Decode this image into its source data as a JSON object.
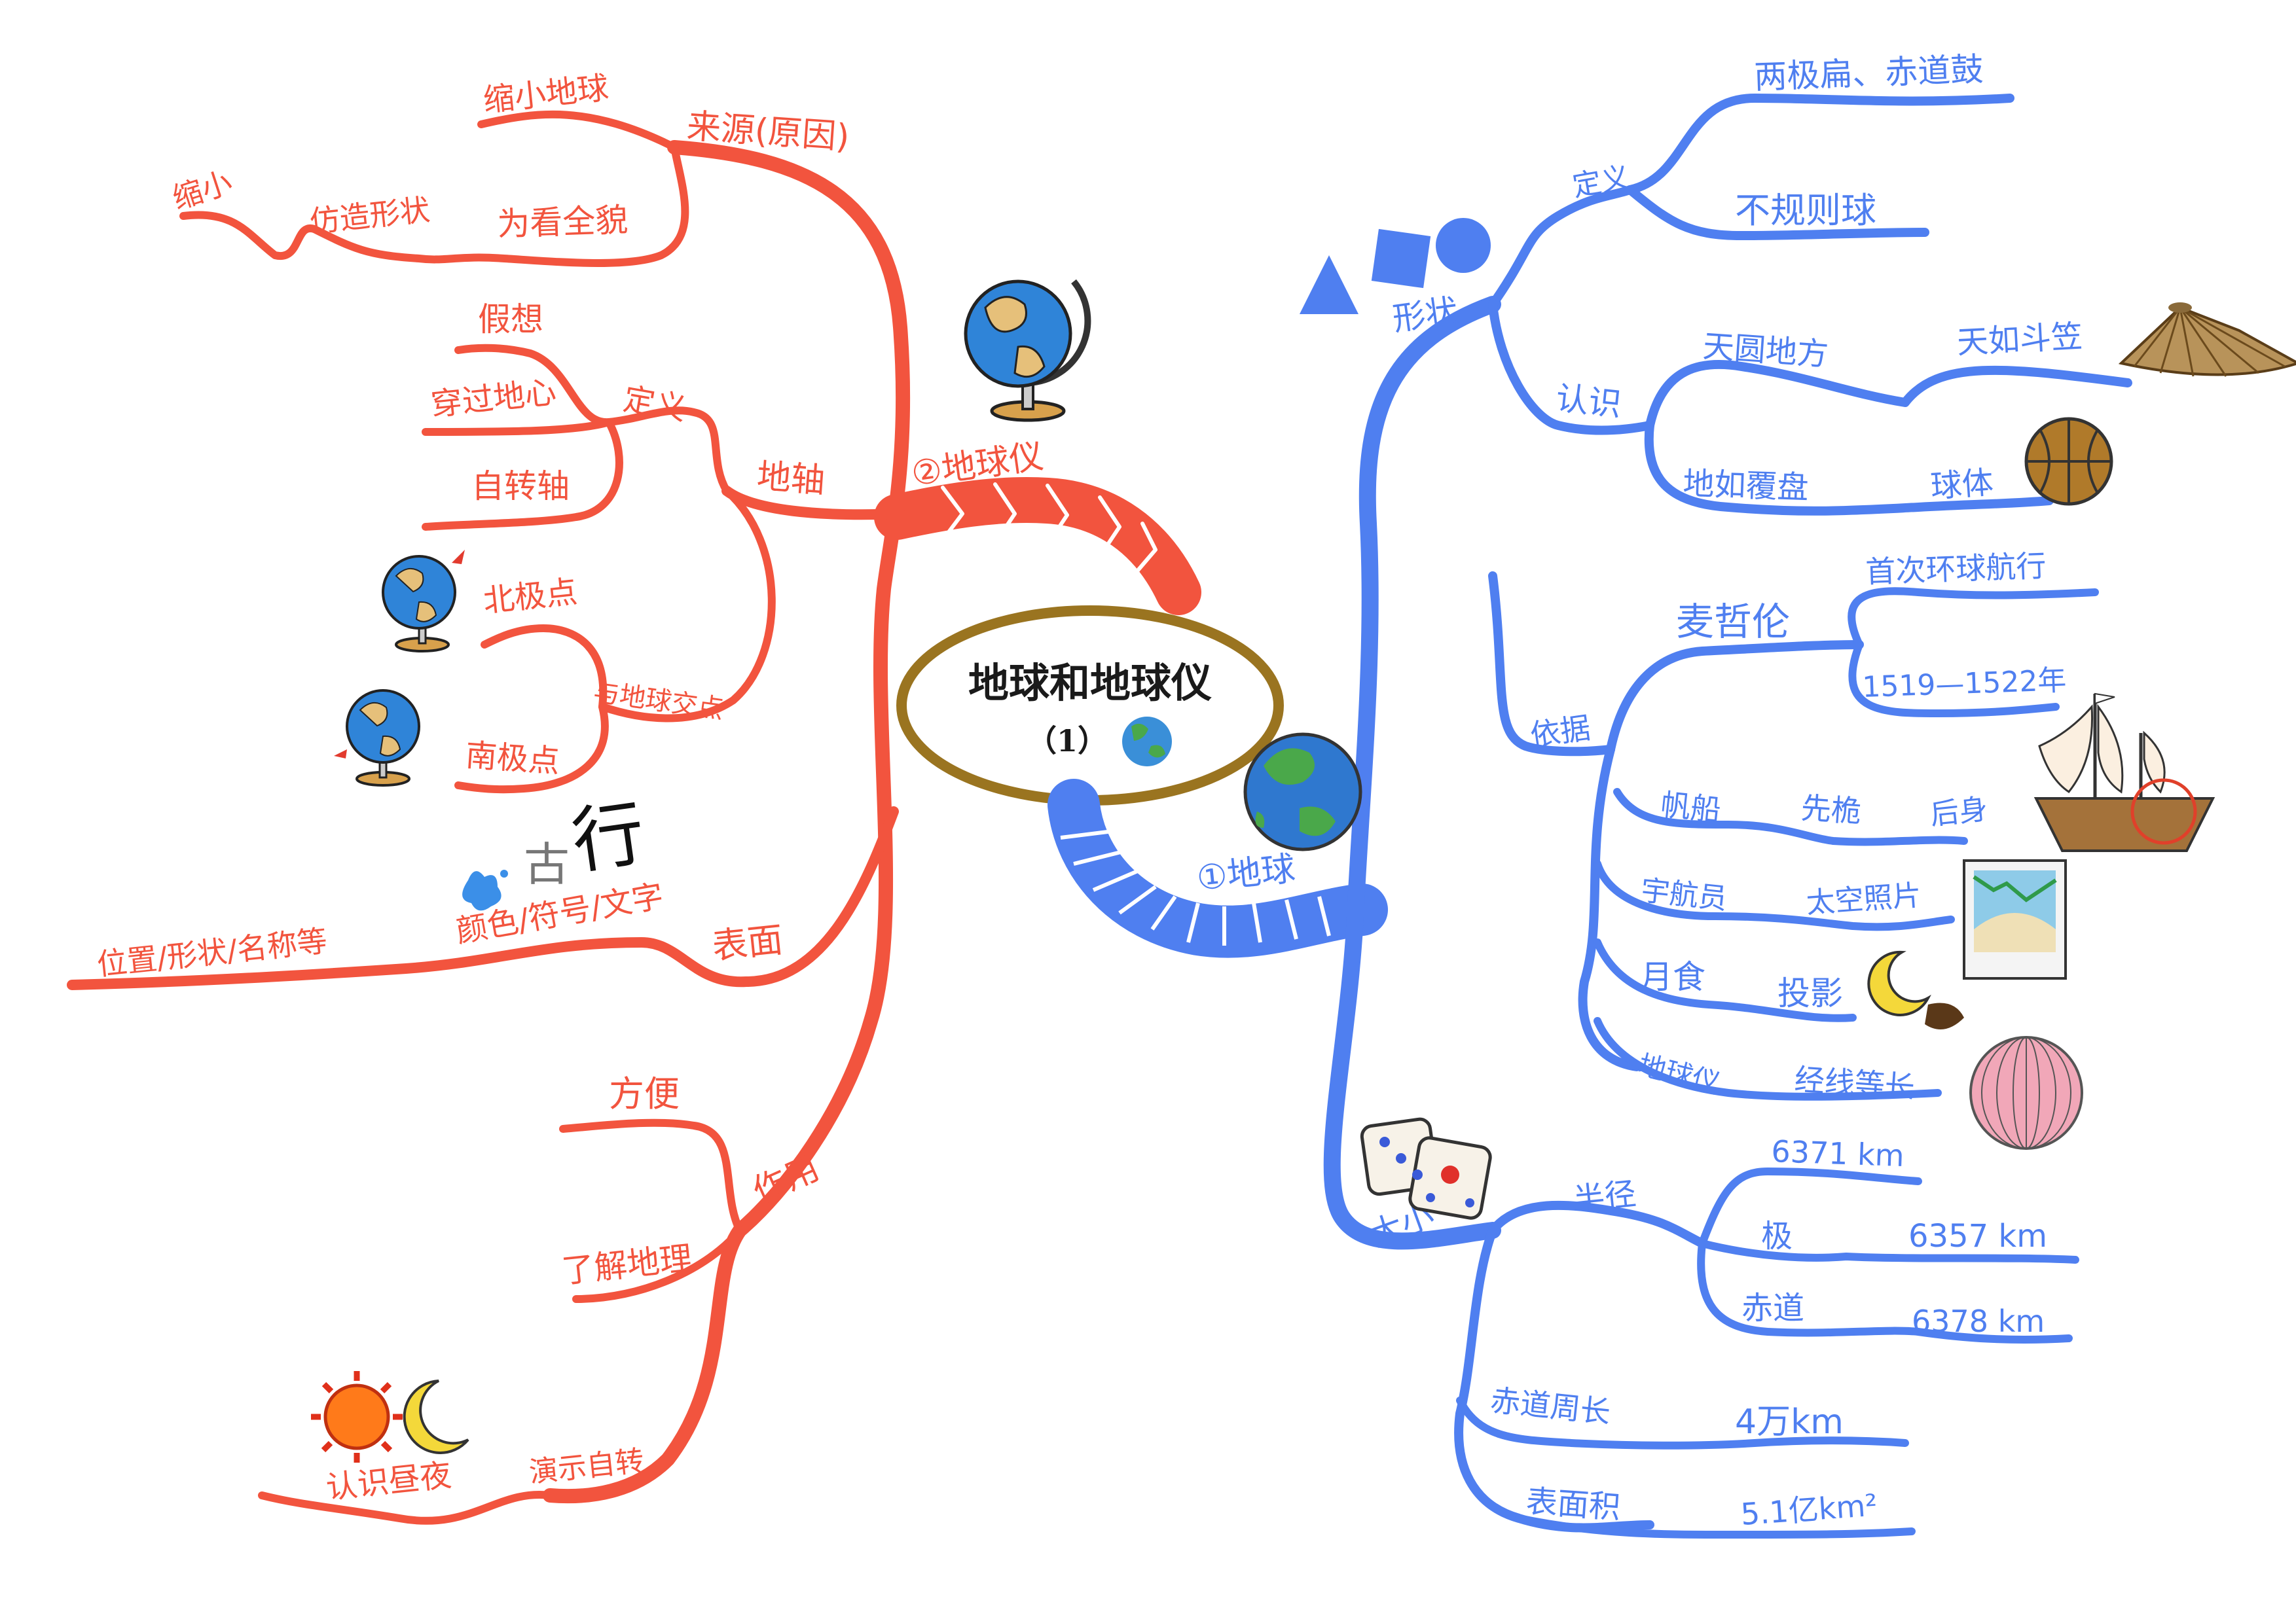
{
  "center": {
    "title": "地球和地球仪",
    "subtitle": "（1）"
  },
  "red_branch": {
    "label": "②地球仪",
    "source": {
      "label": "来源(原因)",
      "shrink_earth": "缩小地球",
      "see_whole": "为看全貌",
      "imitate_shape": "仿造形状",
      "shrink": "缩小"
    },
    "axis": {
      "label": "地轴",
      "def_label": "定义",
      "imaginary": "假想",
      "through_center": "穿过地心",
      "rotation_axis": "自转轴",
      "intersect": "与地球交点",
      "north_pole": "北极点",
      "south_pole": "南极点"
    },
    "surface": {
      "label": "表面",
      "content": "颜色/符号/文字",
      "extra": "位置/形状/名称等",
      "deco_gu": "古",
      "deco_xing": "行"
    },
    "use": {
      "label": "作用",
      "convenient": "方便",
      "know_geo": "了解地理",
      "demo": "演示自转",
      "day_night": "认识昼夜"
    }
  },
  "blue_branch": {
    "label": "①地球",
    "shape": {
      "label": "形状",
      "def_label": "定义",
      "flat_bulge": "两极扁、赤道鼓",
      "irregular": "不规则球",
      "know_label": "认识",
      "round_sky": "天圆地方",
      "hat": "天如斗笠",
      "cover_plate": "地如覆盘",
      "sphere": "球体",
      "basis_label": "依据",
      "magellan": "麦哲伦",
      "first_voyage": "首次环球航行",
      "years": "1519—1522年",
      "sailboat": "帆船",
      "mast_first": "先桅",
      "hull_later": "后身",
      "astronaut": "宇航员",
      "space_photo": "太空照片",
      "eclipse": "月食",
      "projection": "投影",
      "globe": "地球仪",
      "meridians": "经线等长"
    },
    "size": {
      "label": "大小",
      "radius_label": "半径",
      "radius_mean": "6371 km",
      "pole_label": "极",
      "pole_value": "6357 km",
      "equator_label": "赤道",
      "equator_value": "6378 km",
      "circ_label": "赤道周长",
      "circ_value": "4万km",
      "area_label": "表面积",
      "area_value": "5.1亿km²"
    }
  },
  "icons": [
    "globe-stand-icon",
    "earth-icon",
    "shapes-icon",
    "bamboo-hat-icon",
    "basketball-icon",
    "sailing-ship-icon",
    "space-photo-icon",
    "moon-eclipse-icon",
    "pink-globe-icon",
    "dice-icon",
    "sun-icon",
    "crescent-moon-icon",
    "paint-splash-icon"
  ],
  "colors": {
    "left_branch": "#f2543e",
    "right_branch": "#4f7ff0",
    "center_ring": "#9a7420"
  }
}
